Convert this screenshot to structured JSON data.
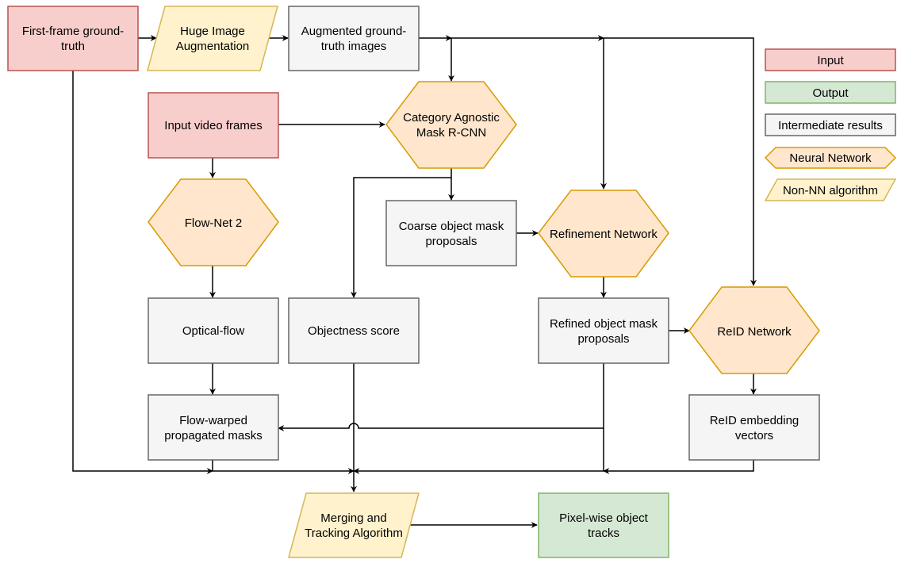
{
  "colors": {
    "input_fill": "#f8cecc",
    "input_stroke": "#b85450",
    "output_fill": "#d5e8d4",
    "output_stroke": "#82b366",
    "intermediate_fill": "#f5f5f5",
    "intermediate_stroke": "#666666",
    "nn_fill": "#ffe6cc",
    "nn_stroke": "#d79b00",
    "algo_fill": "#fff2cc",
    "algo_stroke": "#d6b656",
    "edge": "#000000"
  },
  "nodes": {
    "first_frame": [
      "First-frame ground-",
      "truth"
    ],
    "huge_aug": [
      "Huge Image",
      "Augmentation"
    ],
    "aug_gt": [
      "Augmented ground-",
      "truth images"
    ],
    "input_frames": [
      "Input video frames"
    ],
    "mask_rcnn": [
      "Category Agnostic",
      "Mask R-CNN"
    ],
    "flownet": [
      "Flow-Net 2"
    ],
    "coarse": [
      "Coarse object mask",
      "proposals"
    ],
    "refine_net": [
      "Refinement Network"
    ],
    "optical_flow": [
      "Optical-flow"
    ],
    "objectness": [
      "Objectness score"
    ],
    "refined": [
      "Refined object mask",
      "proposals"
    ],
    "reid_net": [
      "ReID Network"
    ],
    "flow_warped": [
      "Flow-warped",
      "propagated masks"
    ],
    "reid_vec": [
      "ReID embedding",
      "vectors"
    ],
    "merging": [
      "Merging and",
      "Tracking Algorithm"
    ],
    "pixel_tracks": [
      "Pixel-wise object",
      "tracks"
    ]
  },
  "legend": {
    "input": "Input",
    "output": "Output",
    "intermediate": "Intermediate results",
    "nn": "Neural Network",
    "non_nn": "Non-NN algorithm"
  }
}
